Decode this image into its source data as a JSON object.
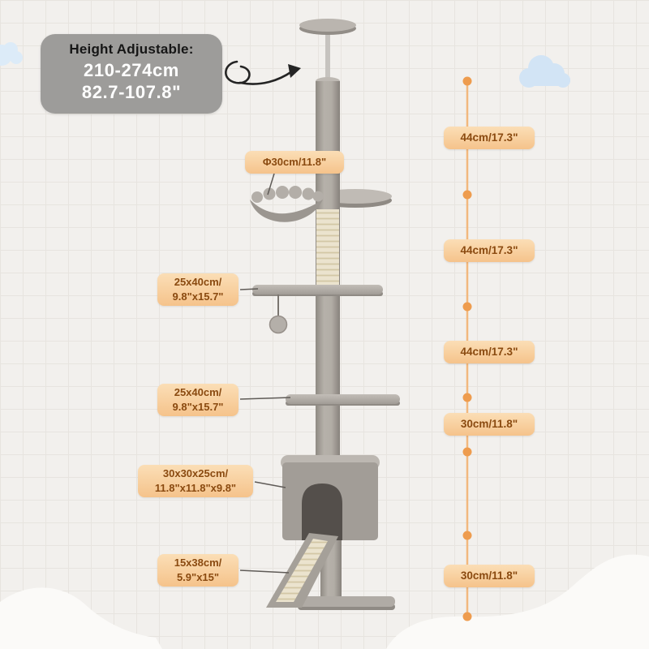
{
  "badge": {
    "title": "Height Adjustable:",
    "range_cm": "210-274cm",
    "range_in": "82.7-107.8\""
  },
  "left_labels": {
    "hammock": "Φ30cm/11.8\"",
    "platform_upper_l1": "25x40cm/",
    "platform_upper_l2": "9.8\"x15.7\"",
    "platform_lower_l1": "25x40cm/",
    "platform_lower_l2": "9.8\"x15.7\"",
    "condo_l1": "30x30x25cm/",
    "condo_l2": "11.8\"x11.8\"x9.8\"",
    "ramp_l1": "15x38cm/",
    "ramp_l2": "5.9\"x15\""
  },
  "right_labels": [
    "44cm/17.3\"",
    "44cm/17.3\"",
    "44cm/17.3\"",
    "30cm/11.8\"",
    "30cm/11.8\""
  ],
  "colors": {
    "pill_bg": "#F6C48B",
    "pill_text": "#8A4A10",
    "measure_line": "#F2B87E",
    "measure_dot": "#EE9C4E",
    "badge_bg": "#9D9C9A",
    "badge_number_text": "#FFFFFF",
    "badge_title_text": "#161616",
    "tree_gray": "#A9A49D",
    "sisal": "#EBE3CE",
    "condo_interior": "#544F4B",
    "cloud_blue": "#D2E4F5"
  }
}
